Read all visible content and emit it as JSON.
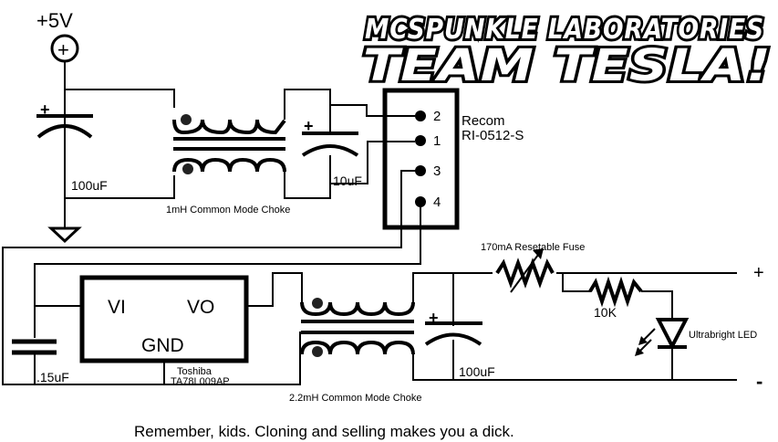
{
  "logo": {
    "line1": "MCSPUNKLE LABORATORIES",
    "line2": "TEAM TESLA!"
  },
  "power": {
    "supply_label": "+5V",
    "source_symbol": "+",
    "ground_icon": "ground-icon"
  },
  "components": {
    "c_in": {
      "label": "100uF",
      "polarity": "+"
    },
    "choke1": {
      "label": "1mH Common Mode Choke"
    },
    "c_filter": {
      "label": "10uF",
      "polarity": "+"
    },
    "converter": {
      "brand": "Recom",
      "part": "RI-0512-S",
      "pins": [
        "2",
        "1",
        "3",
        "4"
      ]
    },
    "c_small": {
      "label": ".15uF"
    },
    "regulator": {
      "vi": "VI",
      "vo": "VO",
      "gnd": "GND",
      "brand": "Toshiba",
      "part": "TA78L009AP"
    },
    "choke2": {
      "label": "2.2mH Common Mode Choke"
    },
    "c_out": {
      "label": "100uF",
      "polarity": "+"
    },
    "fuse": {
      "label": "170mA Resetable Fuse"
    },
    "resistor": {
      "label": "10K"
    },
    "led": {
      "label": "Ultrabright LED"
    }
  },
  "outputs": {
    "positive": "+",
    "negative": "-"
  },
  "footer": {
    "caption": "Remember, kids. Cloning and selling makes you a dick."
  }
}
